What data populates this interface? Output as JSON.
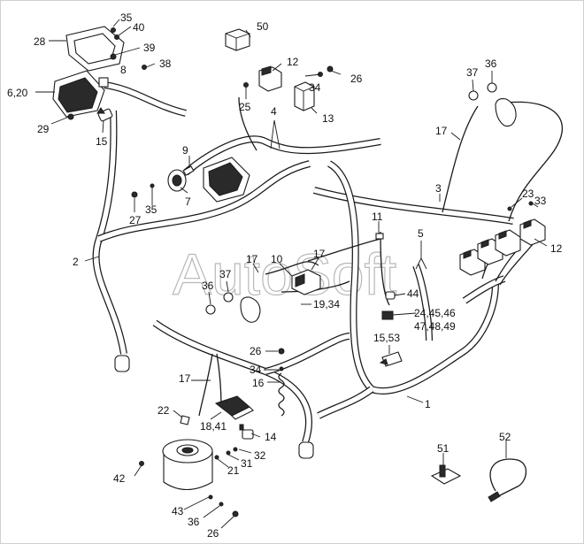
{
  "watermark": "AutoSoft",
  "callouts": [
    {
      "id": "c35a",
      "text": "35"
    },
    {
      "id": "c40",
      "text": "40"
    },
    {
      "id": "c28",
      "text": "28"
    },
    {
      "id": "c39",
      "text": "39"
    },
    {
      "id": "c8",
      "text": "8"
    },
    {
      "id": "c38",
      "text": "38"
    },
    {
      "id": "c50",
      "text": "50"
    },
    {
      "id": "c620",
      "text": "6,20"
    },
    {
      "id": "c29",
      "text": "29"
    },
    {
      "id": "c15",
      "text": "15"
    },
    {
      "id": "c12a",
      "text": "12"
    },
    {
      "id": "c34a",
      "text": "34"
    },
    {
      "id": "c26a",
      "text": "26"
    },
    {
      "id": "c25",
      "text": "25"
    },
    {
      "id": "c13",
      "text": "13"
    },
    {
      "id": "c37a",
      "text": "37"
    },
    {
      "id": "c36a",
      "text": "36"
    },
    {
      "id": "c4",
      "text": "4"
    },
    {
      "id": "c17a",
      "text": "17"
    },
    {
      "id": "c9",
      "text": "9"
    },
    {
      "id": "c7",
      "text": "7"
    },
    {
      "id": "c27",
      "text": "27"
    },
    {
      "id": "c35b",
      "text": "35"
    },
    {
      "id": "c3",
      "text": "3"
    },
    {
      "id": "c23",
      "text": "23"
    },
    {
      "id": "c33",
      "text": "33"
    },
    {
      "id": "c2",
      "text": "2"
    },
    {
      "id": "c11",
      "text": "11"
    },
    {
      "id": "c5",
      "text": "5"
    },
    {
      "id": "c12b",
      "text": "12"
    },
    {
      "id": "c17b",
      "text": "17"
    },
    {
      "id": "c10",
      "text": "10"
    },
    {
      "id": "c17c",
      "text": "17"
    },
    {
      "id": "c37b",
      "text": "37"
    },
    {
      "id": "c36b",
      "text": "36"
    },
    {
      "id": "c1934",
      "text": "19,34"
    },
    {
      "id": "c44",
      "text": "44"
    },
    {
      "id": "c24",
      "text": "24,45,46"
    },
    {
      "id": "c47",
      "text": "47,48,49"
    },
    {
      "id": "c1553",
      "text": "15,53"
    },
    {
      "id": "c26b",
      "text": "26"
    },
    {
      "id": "c34b",
      "text": "34"
    },
    {
      "id": "c16",
      "text": "16"
    },
    {
      "id": "c17d",
      "text": "17"
    },
    {
      "id": "c1",
      "text": "1"
    },
    {
      "id": "c22",
      "text": "22"
    },
    {
      "id": "c1841",
      "text": "18,41"
    },
    {
      "id": "c14",
      "text": "14"
    },
    {
      "id": "c32",
      "text": "32"
    },
    {
      "id": "c31",
      "text": "31"
    },
    {
      "id": "c21",
      "text": "21"
    },
    {
      "id": "c42",
      "text": "42"
    },
    {
      "id": "c43",
      "text": "43"
    },
    {
      "id": "c36c",
      "text": "36"
    },
    {
      "id": "c26c",
      "text": "26"
    },
    {
      "id": "c51",
      "text": "51"
    },
    {
      "id": "c52",
      "text": "52"
    }
  ]
}
